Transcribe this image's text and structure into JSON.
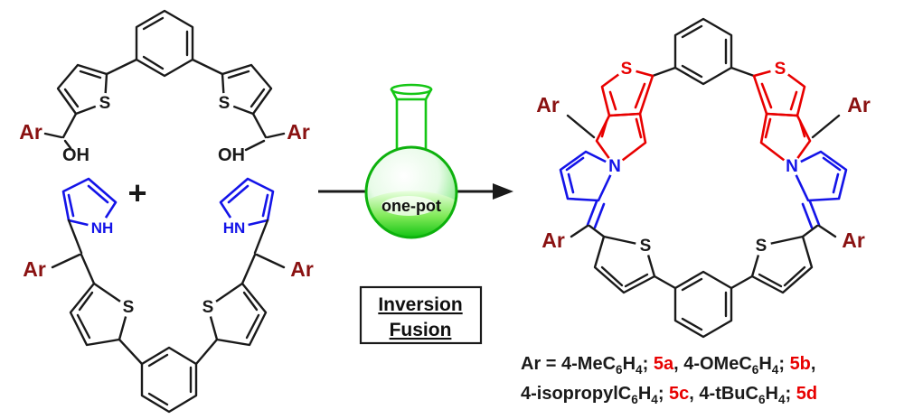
{
  "colors": {
    "maroon": "#8a1212",
    "blue": "#1414e8",
    "red": "#e80000",
    "green": "#15c615",
    "black": "#1a1a1a"
  },
  "reactant_diol": {
    "ar_left": "Ar",
    "ar_right": "Ar",
    "oh_left": "OH",
    "oh_right": "OH",
    "s_left": "S",
    "s_right": "S"
  },
  "plus_sign": "+",
  "reactant_pyrrole": {
    "nh_left": "NH",
    "nh_right": "HN",
    "ar_left": "Ar",
    "ar_right": "Ar",
    "s_left": "S",
    "s_right": "S"
  },
  "flask_label": "one-pot",
  "conditions": {
    "line1": "Inversion",
    "line2": "Fusion"
  },
  "product": {
    "s_top_left": "S",
    "s_top_right": "S",
    "n_left": "N",
    "n_right": "N",
    "ar_top_left": "Ar",
    "ar_top_right": "Ar",
    "ar_mid_left": "Ar",
    "ar_mid_right": "Ar",
    "s_bottom_left": "S",
    "s_bottom_right": "S"
  },
  "caption": {
    "line1": [
      {
        "t": "Ar = 4-MeC"
      },
      {
        "t": "6"
      },
      {
        "t": "H"
      },
      {
        "t": "4"
      },
      {
        "t": "; "
      },
      {
        "t": "5a"
      },
      {
        "t": ", 4-OMeC"
      },
      {
        "t": "6"
      },
      {
        "t": "H"
      },
      {
        "t": "4"
      },
      {
        "t": "; "
      },
      {
        "t": "5b"
      },
      {
        "t": ","
      }
    ],
    "line2": [
      {
        "t": "4-isopropylC"
      },
      {
        "t": "6"
      },
      {
        "t": "H"
      },
      {
        "t": "4"
      },
      {
        "t": "; "
      },
      {
        "t": "5c"
      },
      {
        "t": ", 4-tBuC"
      },
      {
        "t": "6"
      },
      {
        "t": "H"
      },
      {
        "t": "4"
      },
      {
        "t": "; "
      },
      {
        "t": "5d"
      }
    ]
  }
}
